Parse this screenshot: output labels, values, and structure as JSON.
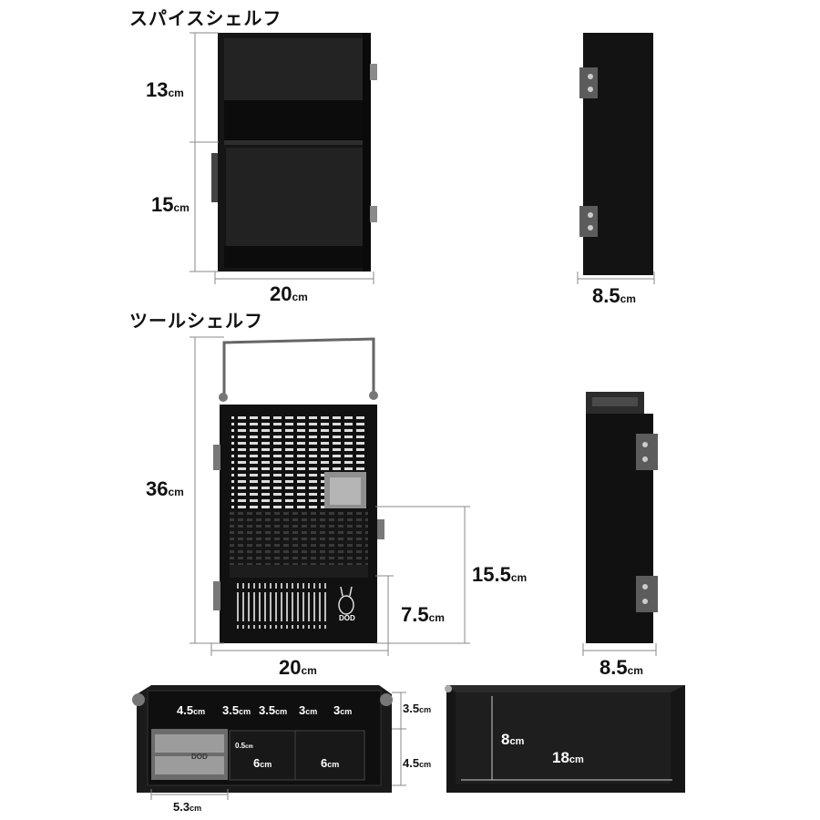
{
  "titles": {
    "spice_shelf": "スパイスシェルフ",
    "tool_shelf": "ツールシェルフ"
  },
  "unit": "cm",
  "spice_shelf": {
    "height_top": "13",
    "height_bottom": "15",
    "width": "20",
    "depth": "8.5"
  },
  "tool_shelf": {
    "height": "36",
    "width": "20",
    "pocket_height": "15.5",
    "lower_height": "7.5",
    "depth": "8.5",
    "logo": "DOD"
  },
  "top_view": {
    "compartments": [
      "4.5",
      "3.5",
      "3.5",
      "3",
      "3"
    ],
    "front_row_height": "3.5",
    "rear_row_height": "4.5",
    "divider_gap": "0.5",
    "bin_a": "6",
    "bin_b": "6",
    "left_width": "5.3",
    "tray_depth": "8",
    "tray_width": "18",
    "package_text": "DOD"
  }
}
